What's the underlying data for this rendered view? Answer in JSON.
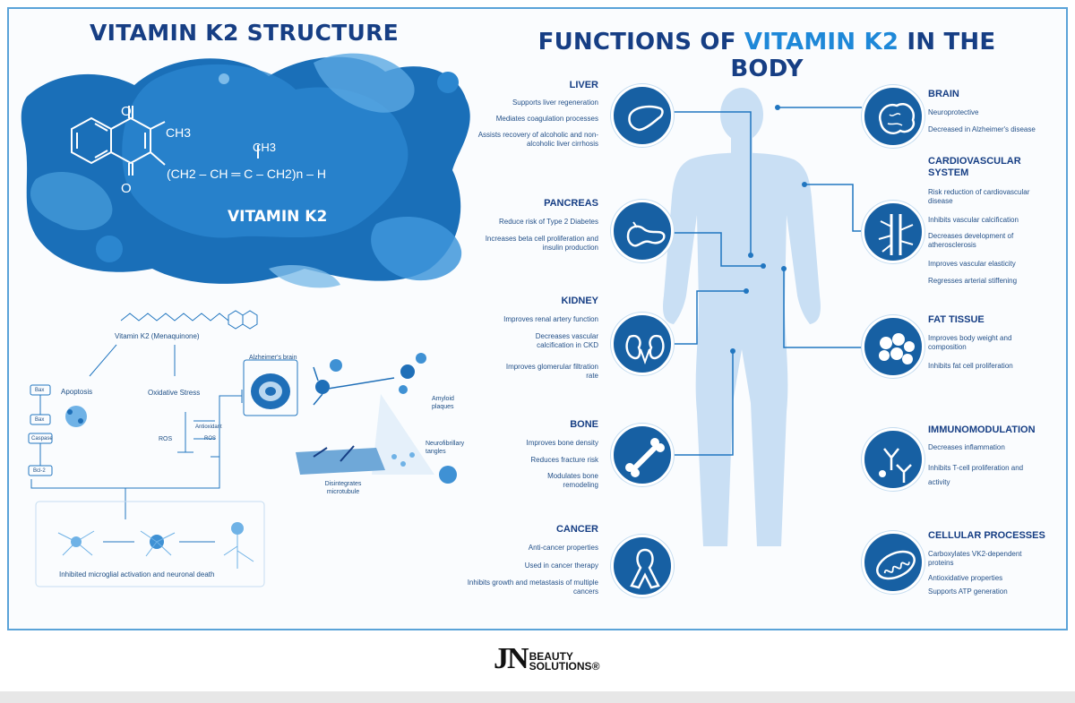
{
  "left_title": "VITAMIN K2 STRUCTURE",
  "right_title": {
    "part1": "FUNCTIONS OF ",
    "accent": "VITAMIN K2",
    "part2": " IN THE BODY"
  },
  "structure": {
    "ch3_top": "CH3",
    "ch3_branch": "CH3",
    "chain": "(CH2 – CH ═ C – CH2)n – H",
    "oxygen": "O",
    "label": "VITAMIN K2"
  },
  "mechanism": {
    "molecule_label": "Vitamin K2 (Menaquinone)",
    "apoptosis": "Apoptosis",
    "oxidative_stress": "Oxidative Stress",
    "alzheimers_brain": "Alzheimer's brain",
    "bax1": "Bax",
    "bax2": "Bax",
    "caspase": "Caspase",
    "bcl2": "Bcl-2",
    "ros1": "ROS",
    "ros2": "ROS",
    "antioxidant": "Antioxidant",
    "amyloid": "Amyloid plaques",
    "neurofibrillary": "Neurofibrillary tangles",
    "microtubule": "Disintegrates microtubule",
    "neuron_caption": "Inhibited microglial activation and neuronal death"
  },
  "sections_left": [
    {
      "title": "LIVER",
      "items": [
        "Supports liver regeneration",
        "Mediates coagulation processes",
        "Assists recovery of alcoholic and non-alcoholic liver cirrhosis"
      ],
      "icon": "liver-icon"
    },
    {
      "title": "PANCREAS",
      "items": [
        "Reduce risk of Type 2 Diabetes",
        "Increases beta cell proliferation and insulin production"
      ],
      "icon": "pancreas-icon"
    },
    {
      "title": "KIDNEY",
      "items": [
        "Improves renal artery function",
        "Decreases vascular calcification in CKD",
        "Improves glomerular filtration rate"
      ],
      "icon": "kidney-icon"
    },
    {
      "title": "BONE",
      "items": [
        "Improves bone density",
        "Reduces fracture risk",
        "Modulates bone remodeling"
      ],
      "icon": "bone-icon"
    },
    {
      "title": "CANCER",
      "items": [
        "Anti-cancer properties",
        "Used in cancer therapy",
        "Inhibits growth and metastasis of multiple cancers"
      ],
      "icon": "ribbon-icon"
    }
  ],
  "sections_right": [
    {
      "title": "BRAIN",
      "items": [
        "Neuroprotective",
        "Decreased in Alzheimer's disease"
      ],
      "icon": "brain-icon"
    },
    {
      "title": "CARDIOVASCULAR SYSTEM",
      "items": [
        "Risk reduction of cardiovascular disease",
        "Inhibits vascular calcification",
        "Decreases development of atherosclerosis",
        "Improves vascular elasticity",
        "Regresses arterial stiffening"
      ],
      "icon": "vessel-icon"
    },
    {
      "title": "FAT TISSUE",
      "items": [
        "Improves body weight and composition",
        "Inhibits fat cell proliferation"
      ],
      "icon": "fat-cells-icon"
    },
    {
      "title": "IMMUNOMODULATION",
      "items": [
        "Decreases inflammation",
        "Inhibits T-cell proliferation and activity"
      ],
      "icon": "antibody-icon"
    },
    {
      "title": "CELLULAR PROCESSES",
      "items": [
        "Carboxylates VK2-dependent proteins",
        "Antioxidative properties",
        "Supports ATP generation"
      ],
      "icon": "mitochondria-icon"
    }
  ],
  "logo": {
    "mark": "JN",
    "line1": "BEAUTY",
    "line2": "SOLUTIONS®"
  },
  "colors": {
    "navy": "#163e84",
    "accent": "#1e88d8",
    "circle": "#1760a3",
    "body": "#c9dff4",
    "line": "#2176c0"
  }
}
